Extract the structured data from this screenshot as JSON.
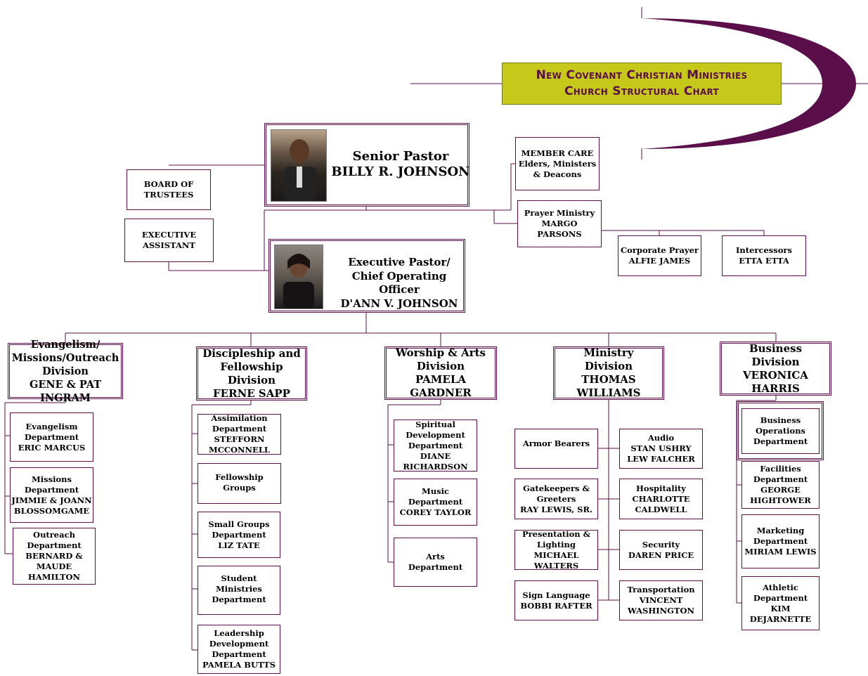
{
  "colors": {
    "line": "#5a0f4a",
    "title_bg": "#c6c81a",
    "title_text": "#5a0f4a",
    "arc": "#5a0f4a"
  },
  "title": {
    "line1": "New Covenant Christian Ministries",
    "line2": "Church Structural Chart"
  },
  "senior_pastor": {
    "role": "Senior Pastor",
    "name": "BILLY R. JOHNSON"
  },
  "executive_pastor": {
    "role1": "Executive Pastor/",
    "role2": "Chief Operating Officer",
    "name": "D'ANN V. JOHNSON"
  },
  "board": {
    "line1": "BOARD OF",
    "line2": "TRUSTEES"
  },
  "exec_assistant": {
    "line1": "EXECUTIVE",
    "line2": "ASSISTANT"
  },
  "member_care": {
    "line1": "MEMBER CARE",
    "line2": "Elders, Ministers",
    "line3": "& Deacons"
  },
  "prayer": {
    "line1": "Prayer Ministry",
    "line2": "MARGO PARSONS"
  },
  "corporate_prayer": {
    "line1": "Corporate Prayer",
    "line2": "ALFIE JAMES"
  },
  "intercessors": {
    "line1": "Intercessors",
    "line2": "ETTA ETTA"
  },
  "divisions": {
    "evangelism": {
      "l1": "Evangelism/",
      "l2": "Missions/Outreach",
      "l3": "Division",
      "l4": "GENE & PAT INGRAM"
    },
    "discipleship": {
      "l1": "Discipleship and",
      "l2": "Fellowship Division",
      "l3": "FERNE SAPP"
    },
    "worship": {
      "l1": "Worship & Arts",
      "l2": "Division",
      "l3": "PAMELA GARDNER"
    },
    "ministry": {
      "l1": "Ministry",
      "l2": "Division",
      "l3": "THOMAS WILLIAMS"
    },
    "business": {
      "l1": "Business",
      "l2": "Division",
      "l3": "VERONICA HARRIS"
    }
  },
  "evangelism_depts": [
    [
      "Evangelism",
      "Department",
      "ERIC MARCUS"
    ],
    [
      "Missions",
      "Department",
      "JIMMIE & JOANN",
      "BLOSSOMGAME"
    ],
    [
      "Outreach",
      "Department",
      "BERNARD & MAUDE",
      "HAMILTON"
    ]
  ],
  "discipleship_depts": [
    [
      "Assimilation",
      "Department",
      "STEFFORN",
      "MCCONNELL"
    ],
    [
      "Fellowship Groups"
    ],
    [
      "Small Groups",
      "Department",
      "LIZ TATE"
    ],
    [
      "Student Ministries",
      "Department"
    ],
    [
      "Leadership",
      "Development",
      "Department",
      "PAMELA BUTTS"
    ]
  ],
  "worship_depts": [
    [
      "Spiritual",
      "Development",
      "Department",
      "DIANE RICHARDSON"
    ],
    [
      "Music",
      "Department",
      "COREY TAYLOR"
    ],
    [
      "Arts",
      "Department"
    ]
  ],
  "ministry_left": [
    [
      "Armor Bearers"
    ],
    [
      "Gatekeepers &",
      "Greeters",
      "RAY LEWIS, SR."
    ],
    [
      "Presentation &",
      "Lighting",
      "MICHAEL WALTERS"
    ],
    [
      "Sign Language",
      "BOBBI RAFTER"
    ]
  ],
  "ministry_right": [
    [
      "Audio",
      "STAN USHRY",
      "LEW FALCHER"
    ],
    [
      "Hospitality",
      "CHARLOTTE",
      "CALDWELL"
    ],
    [
      "Security",
      "DAREN PRICE"
    ],
    [
      "Transportation",
      "VINCENT",
      "WASHINGTON"
    ]
  ],
  "business_depts": [
    [
      "Business",
      "Operations",
      "Department"
    ],
    [
      "Facilities",
      "Department",
      "GEORGE",
      "HIGHTOWER"
    ],
    [
      "Marketing",
      "Department",
      "MIRIAM LEWIS"
    ],
    [
      "Athletic",
      "Department",
      "KIM DEJARNETTE"
    ]
  ]
}
